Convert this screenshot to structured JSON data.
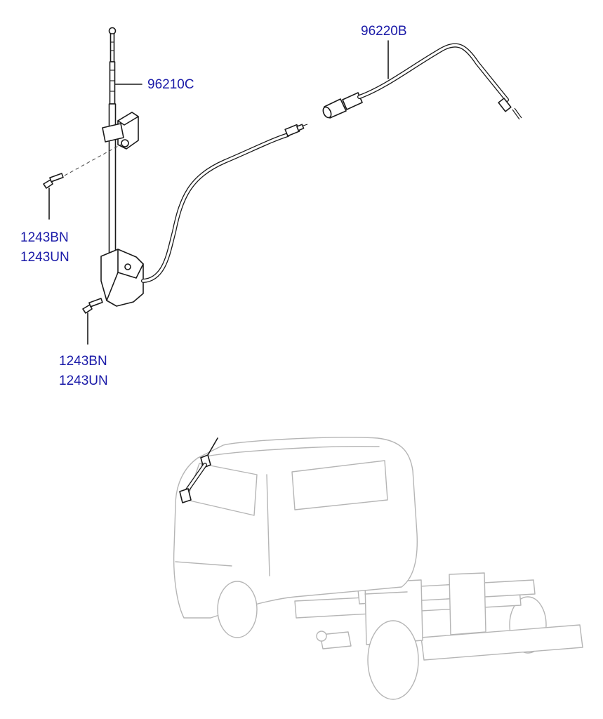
{
  "theme": {
    "label_color": "#1a1aa8",
    "line_color": "#1a1a1a",
    "ghost_color": "#b5b5b5"
  },
  "callouts": {
    "antenna": {
      "code": "96210C"
    },
    "feeder_cable": {
      "code": "96220B"
    },
    "upper_screw": {
      "code_1": "1243BN",
      "code_2": "1243UN"
    },
    "lower_screw": {
      "code_1": "1243BN",
      "code_2": "1243UN"
    }
  }
}
